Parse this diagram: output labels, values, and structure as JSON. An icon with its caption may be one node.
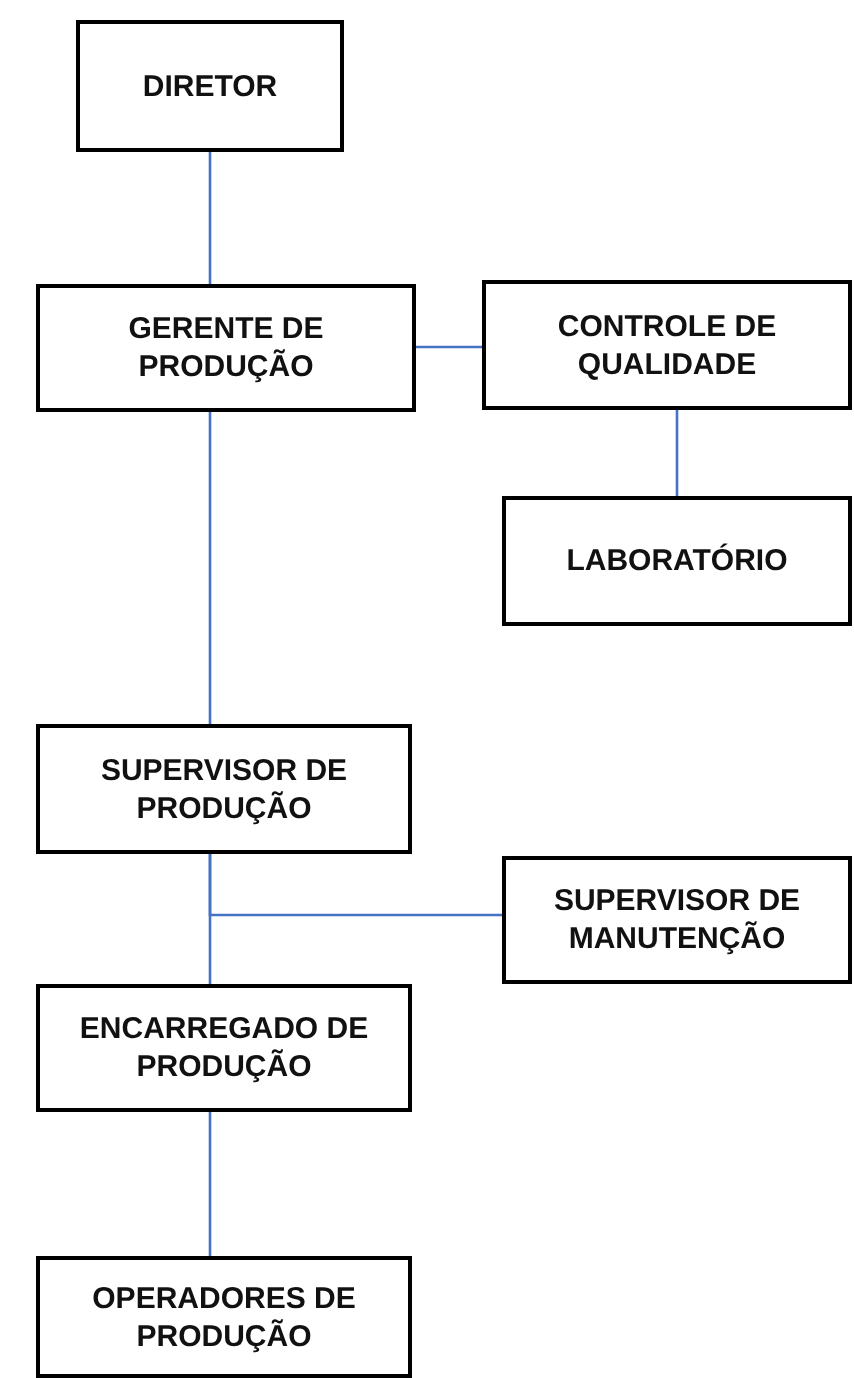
{
  "diagram": {
    "nodes": [
      {
        "text": [
          "DIRETOR"
        ]
      },
      {
        "text": [
          "GERENTE DE PRODUÇÃO"
        ]
      },
      {
        "text": [
          "CONTROLE DE QUALIDADE"
        ]
      },
      {
        "text": [
          "LABORATÓRIO"
        ]
      },
      {
        "text": [
          "SUPERVISOR DE PRODUÇÃO"
        ]
      },
      {
        "text": [
          "SUPERVISOR DE MANUTENÇÃO"
        ]
      },
      {
        "text": [
          "ENCARREGADO DE PRODUÇÃO"
        ]
      },
      {
        "text": [
          "OPERADORES DE PRODUÇÃO"
        ]
      }
    ],
    "edges": [
      {
        "from": 0,
        "to": 1,
        "arrow": "none"
      },
      {
        "from": 1,
        "to": 2,
        "arrow": "none"
      },
      {
        "from": 2,
        "to": 3,
        "arrow": "none"
      },
      {
        "from": 1,
        "to": 4,
        "arrow": "none"
      },
      {
        "from": 4,
        "to": 6,
        "arrow": "none"
      },
      {
        "from": 4,
        "to": 5,
        "arrow": "none"
      },
      {
        "from": 6,
        "to": 7,
        "arrow": "none"
      }
    ]
  }
}
